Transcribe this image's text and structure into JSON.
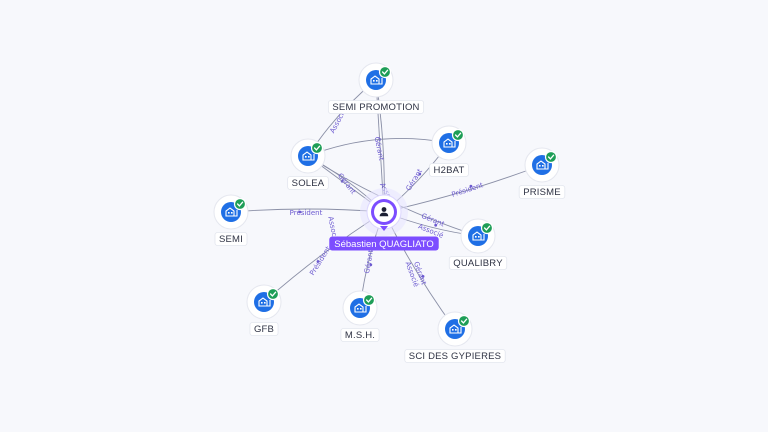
{
  "person": {
    "name": "Sébastien QUAGLIATO",
    "icon": "person-icon",
    "color": "#7c4dff"
  },
  "company_icon": "building-icon",
  "verified_icon": "verified-check-icon",
  "colors": {
    "company": "#1f6fe5",
    "verified": "#1e9e57",
    "edge": "#8a8fa6",
    "edge_label": "#6d5bd0"
  },
  "companies": [
    {
      "id": "semi_promotion",
      "label": "SEMI PROMOTION",
      "roles": [
        "Associé"
      ]
    },
    {
      "id": "h2bat",
      "label": "H2BAT",
      "roles": [
        "Gérant"
      ]
    },
    {
      "id": "prisme",
      "label": "PRISME",
      "roles": [
        "Président"
      ]
    },
    {
      "id": "solea",
      "label": "SOLEA",
      "roles": [
        "Gérant",
        "Associé"
      ]
    },
    {
      "id": "semi",
      "label": "SEMI",
      "roles": [
        "Président"
      ]
    },
    {
      "id": "qualibry",
      "label": "QUALIBRY",
      "roles": [
        "Gérant",
        "Associé"
      ]
    },
    {
      "id": "gfb",
      "label": "GFB",
      "roles": [
        "Président"
      ]
    },
    {
      "id": "msh",
      "label": "M.S.H.",
      "roles": [
        "Gérant"
      ]
    },
    {
      "id": "sci_gypieres",
      "label": "SCI DES GYPIERES",
      "roles": [
        "Gérant",
        "Associé"
      ]
    }
  ],
  "extra_links": [
    {
      "label": "Gérant"
    },
    {
      "label": "Associé"
    },
    {
      "label": "Associé"
    },
    {
      "label": "Associé"
    },
    {
      "label": "Président"
    }
  ]
}
